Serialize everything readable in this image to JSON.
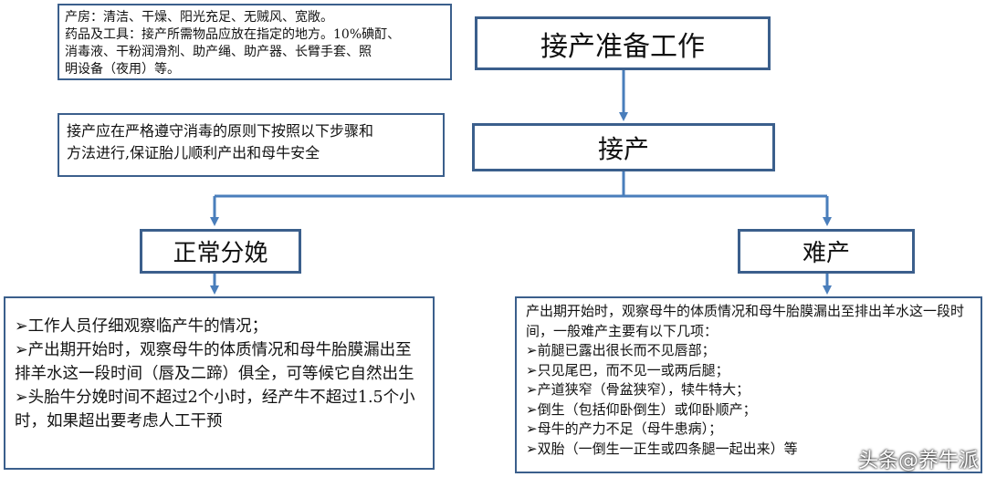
{
  "prep_notes": {
    "lines": [
      "产房：清洁、干燥、阳光充足、无贼风、宽敞。",
      "药品及工具：接产所需物品应放在指定的地方。10%碘酊、",
      "消毒液、干粉润滑剂、助产绳、助产器、长臂手套、照",
      "明设备（夜用）等。"
    ]
  },
  "prep_title": "接产准备工作",
  "delivery_note": {
    "lines": [
      "接产应在严格遵守消毒的原则下按照以下步骤和",
      "方法进行,保证胎儿顺利产出和母牛安全"
    ]
  },
  "delivery_title": "接产",
  "normal_title": "正常分娩",
  "difficult_title": "难产",
  "normal_details": {
    "marker": "➢",
    "items": [
      "工作人员仔细观察临产牛的情况；",
      "产出期开始时，观察母牛的体质情况和母牛胎膜漏出至排羊水这一段时间（唇及二蹄）俱全，可等候它自然出生",
      "头胎牛分娩时间不超过2个小时，经产牛不超过1.5个小时，如果超出要考虑人工干预"
    ]
  },
  "difficult_details": {
    "intro": "产出期开始时，观察母牛的体质情况和母牛胎膜漏出至排出羊水这一段时间，一般难产主要有以下几项：",
    "marker": "➢",
    "items": [
      "前腿已露出很长而不见唇部；",
      "只见尾巴，而不见一或两后腿；",
      "产道狭窄（骨盆狭窄），犊牛特大；",
      "倒生（包括仰卧倒生）或仰卧顺产；",
      "母牛的产力不足（母牛患病）；",
      "双胎（一倒生一正生或四条腿一起出来）等"
    ]
  },
  "watermark": "头条@养牛派",
  "colors": {
    "border": "#3b5f8c",
    "arrow": "#4a7ebb"
  }
}
